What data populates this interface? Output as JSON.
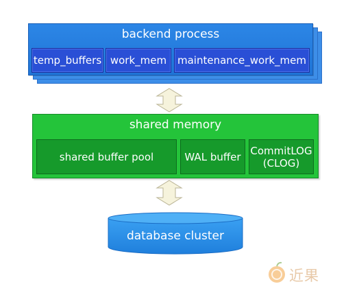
{
  "backend_process": {
    "title": "backend process",
    "memory_areas": [
      "temp_buffers",
      "work_mem",
      "maintenance_work_mem"
    ]
  },
  "shared_memory": {
    "title": "shared memory",
    "areas": [
      "shared buffer pool",
      "WAL buffer",
      "CommitLOG\n(CLOG)"
    ]
  },
  "storage": {
    "label": "database cluster"
  },
  "watermark": {
    "text": "近果"
  },
  "colors": {
    "backend": "#1f74d6",
    "backend_memory": "#2a4fd6",
    "shared_memory": "#24c43a",
    "shared_areas": "#169a2b",
    "database": "#2f8de6",
    "arrow": "#f6f3dc"
  }
}
